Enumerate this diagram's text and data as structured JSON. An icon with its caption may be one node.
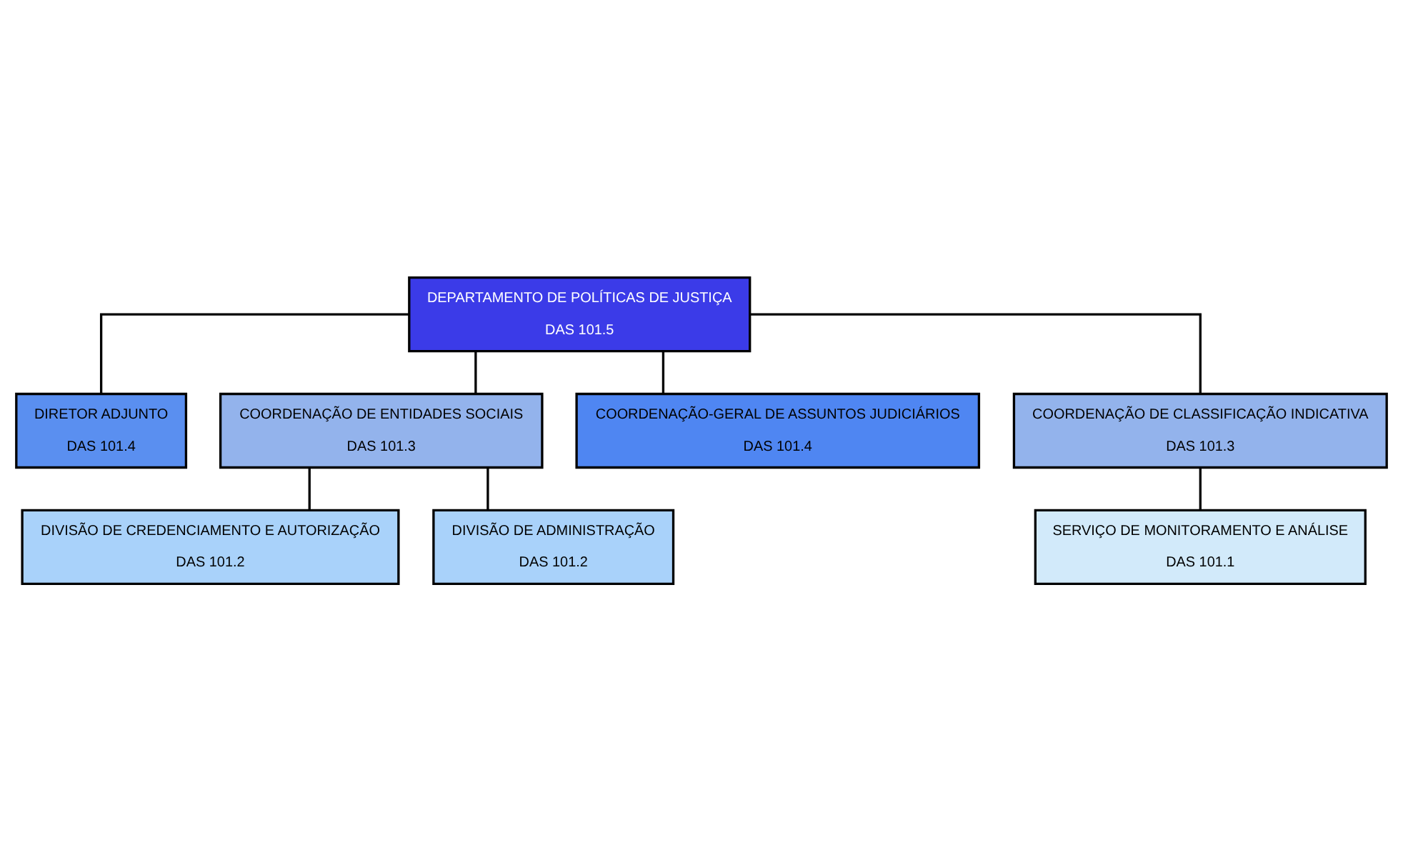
{
  "diagram": {
    "nodes": [
      {
        "text": [
          "DEPARTAMENTO DE POLÍTICAS DE JUSTIÇA",
          "DAS 101.5"
        ]
      },
      {
        "text": [
          "DIRETOR ADJUNTO",
          "DAS 101.4"
        ]
      },
      {
        "text": [
          "COORDENAÇÃO DE ENTIDADES SOCIAIS",
          "DAS 101.3"
        ]
      },
      {
        "text": [
          "COORDENAÇÃO-GERAL DE ASSUNTOS JUDICIÁRIOS",
          "DAS 101.4"
        ]
      },
      {
        "text": [
          "COORDENAÇÃO DE CLASSIFICAÇÃO INDICATIVA",
          "DAS 101.3"
        ]
      },
      {
        "text": [
          "DIVISÃO DE CREDENCIAMENTO E AUTORIZAÇÃO",
          "DAS 101.2"
        ]
      },
      {
        "text": [
          "DIVISÃO DE ADMINISTRAÇÃO",
          "DAS 101.2"
        ]
      },
      {
        "text": [
          "SERVIÇO DE MONITORAMENTO E ANÁLISE",
          "DAS 101.1"
        ]
      }
    ],
    "edges": [
      {
        "from": 0,
        "to": 1,
        "arrow": "none"
      },
      {
        "from": 0,
        "to": 2,
        "arrow": "none"
      },
      {
        "from": 0,
        "to": 3,
        "arrow": "none"
      },
      {
        "from": 0,
        "to": 4,
        "arrow": "none"
      },
      {
        "from": 2,
        "to": 5,
        "arrow": "none"
      },
      {
        "from": 2,
        "to": 6,
        "arrow": "none"
      },
      {
        "from": 4,
        "to": 7,
        "arrow": "none"
      }
    ]
  }
}
